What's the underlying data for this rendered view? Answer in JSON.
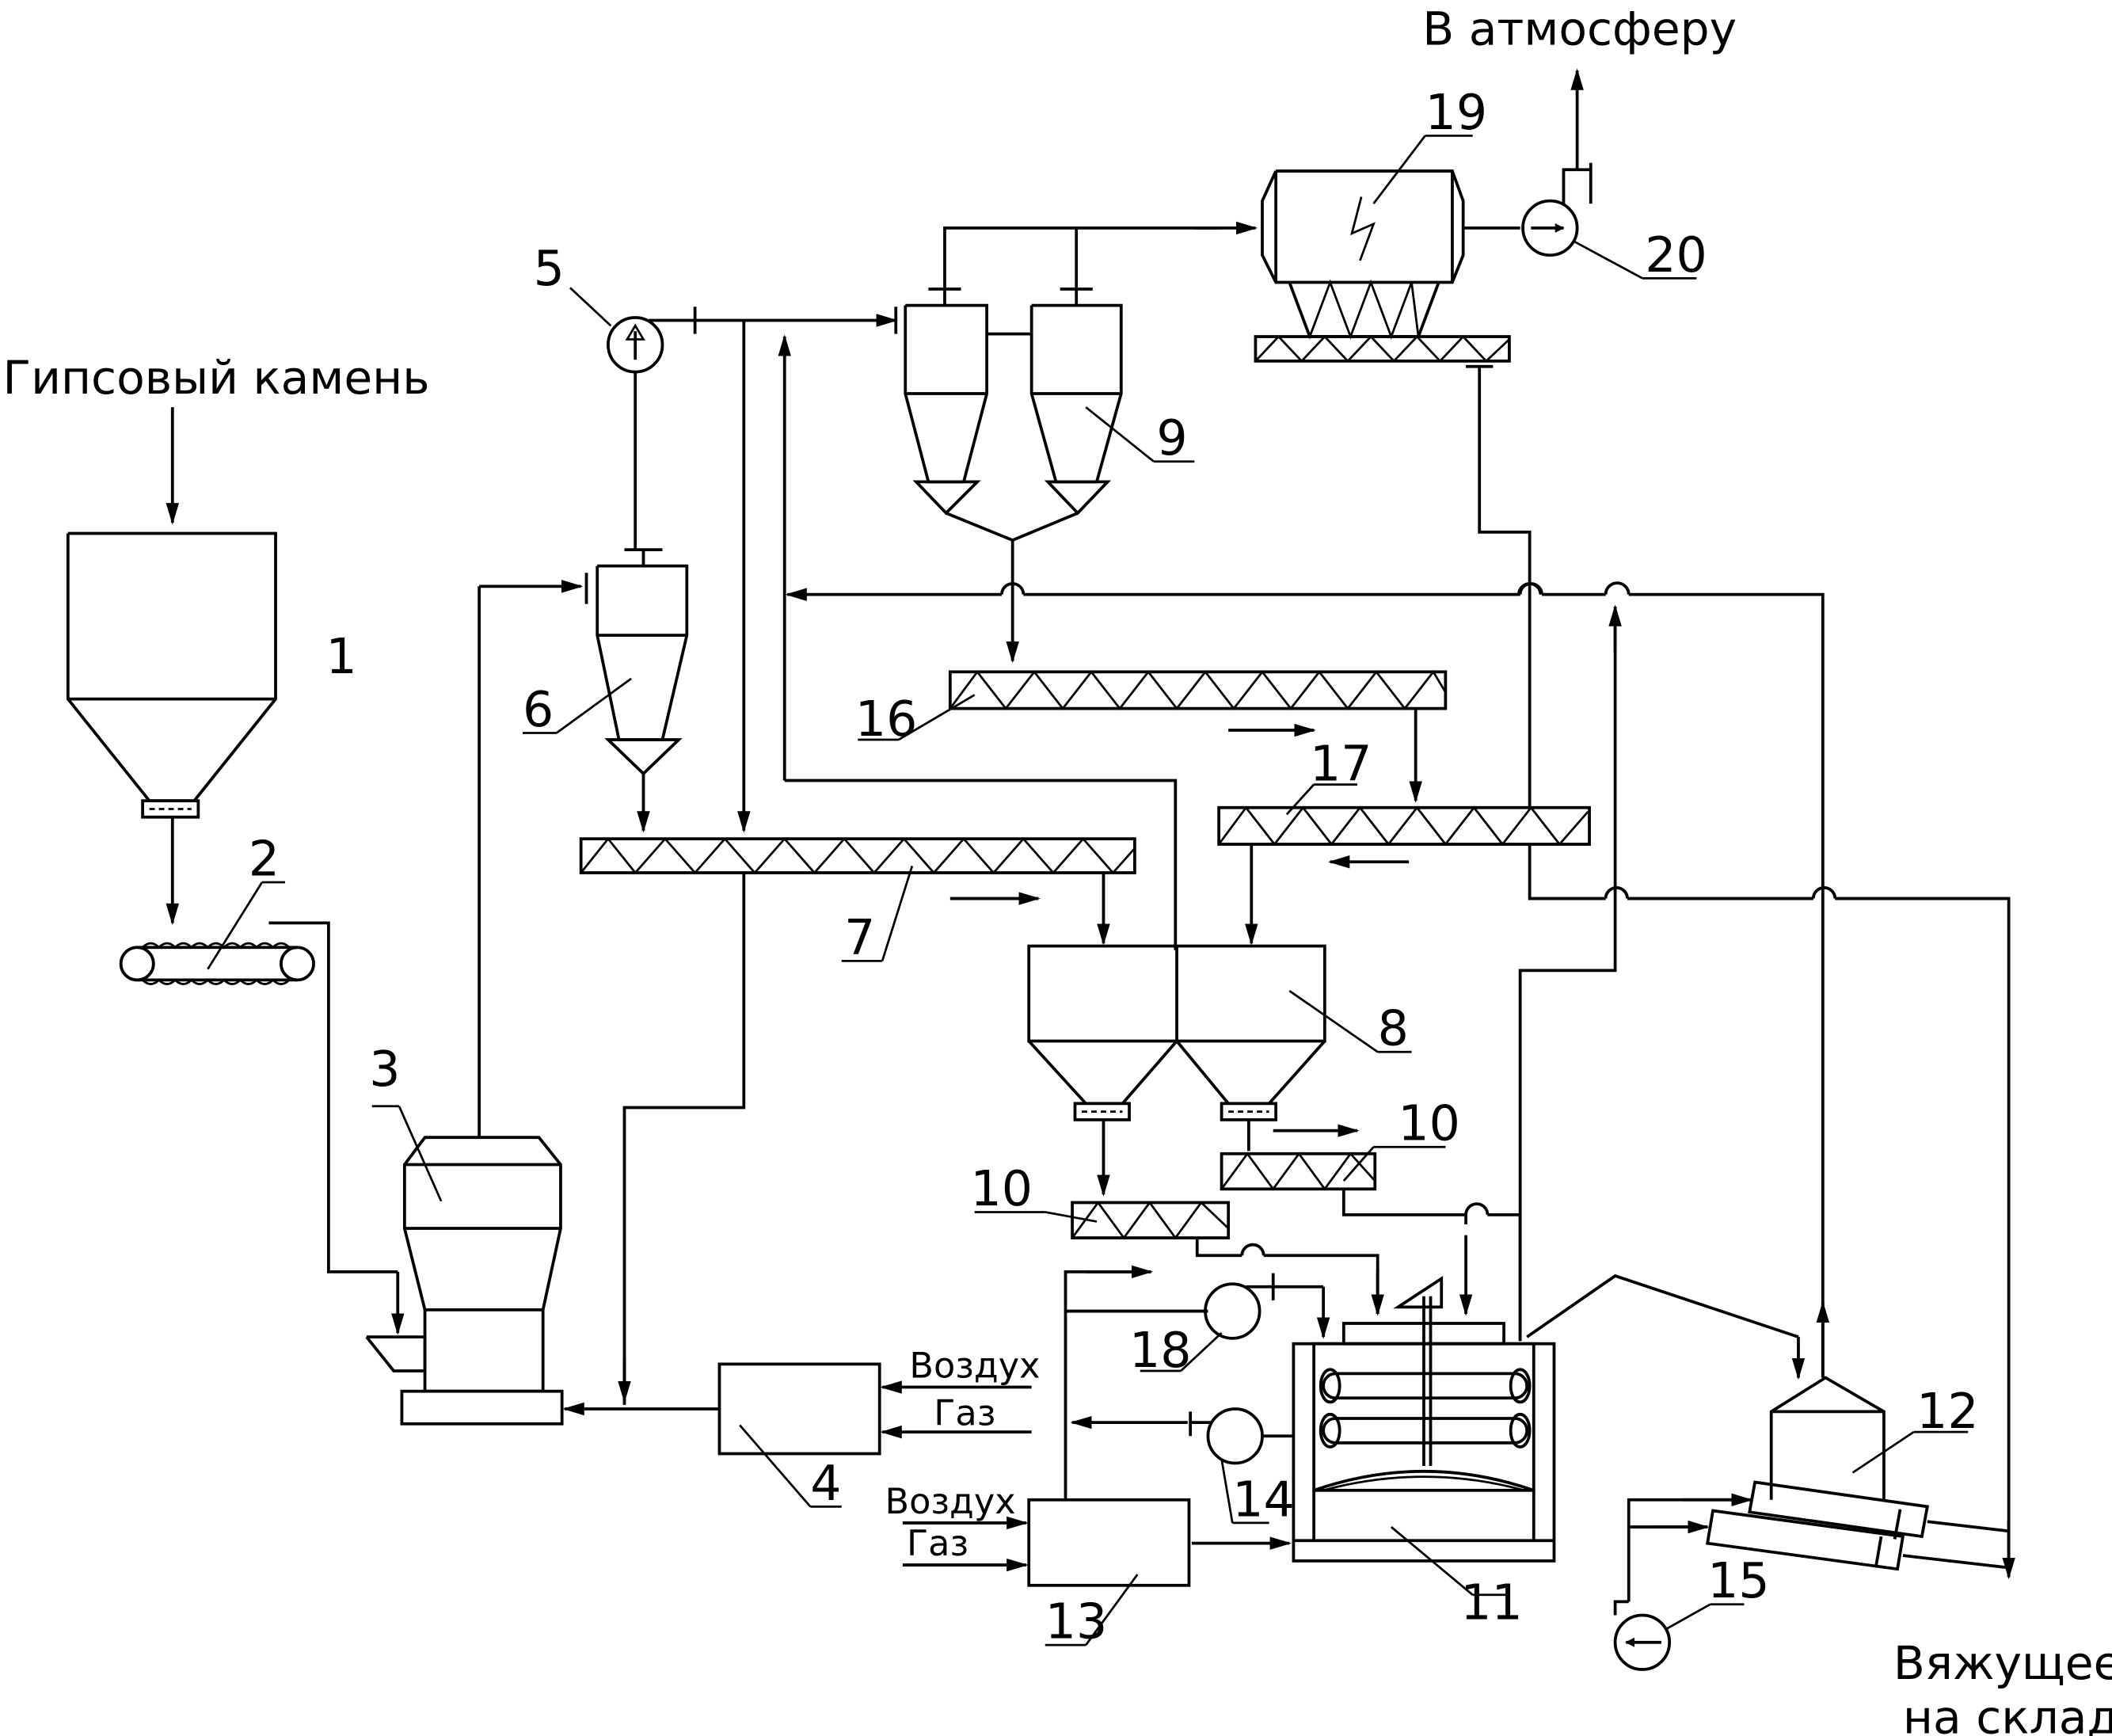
{
  "labels": {
    "input_material": "Гипсовый камень",
    "exhaust": "В атмосферу",
    "product": [
      "Вяжущее",
      "на склад"
    ],
    "air": "Воздух",
    "gas": "Газ"
  },
  "items": [
    "1",
    "2",
    "3",
    "4",
    "5",
    "6",
    "7",
    "8",
    "9",
    "10",
    "11",
    "12",
    "13",
    "14",
    "15",
    "16",
    "17",
    "18",
    "19",
    "20"
  ]
}
